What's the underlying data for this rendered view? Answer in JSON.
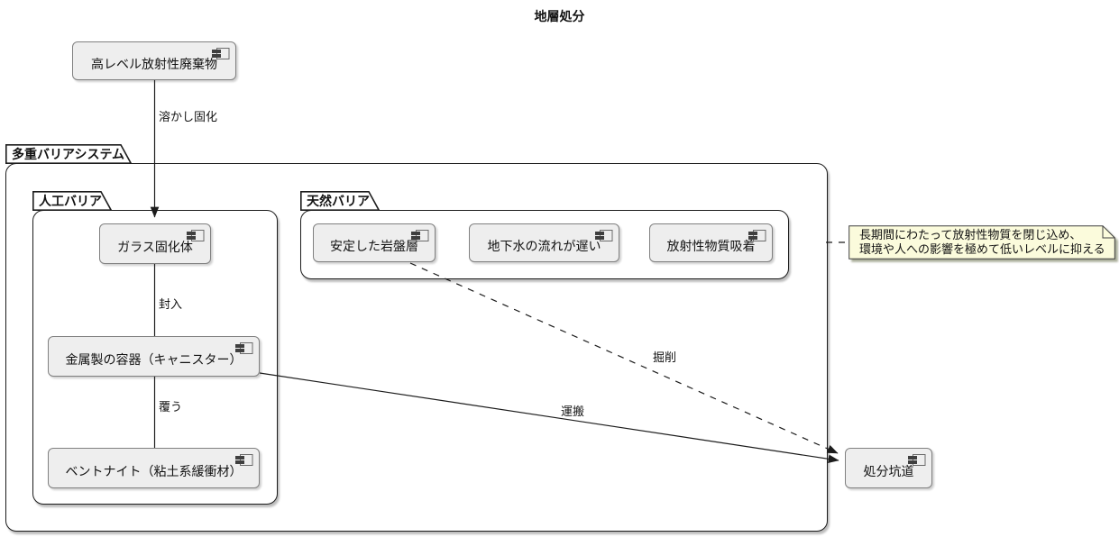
{
  "title": "地層処分",
  "diagram": {
    "frames": {
      "multibarrier": {
        "label": "多重バリアシステム"
      },
      "artificial": {
        "label": "人工バリア"
      },
      "natural": {
        "label": "天然バリア"
      }
    },
    "nodes": {
      "waste": {
        "label": "高レベル放射性廃棄物"
      },
      "glass": {
        "label": "ガラス固化体"
      },
      "canister": {
        "label": "金属製の容器（キャニスター）"
      },
      "bentonite": {
        "label": "ベントナイト（粘土系緩衝材）"
      },
      "bedrock": {
        "label": "安定した岩盤層"
      },
      "groundwater": {
        "label": "地下水の流れが遅い"
      },
      "adsorption": {
        "label": "放射性物質吸着"
      },
      "tunnel": {
        "label": "処分坑道"
      }
    },
    "edges": {
      "solidify": {
        "label": "溶かし固化",
        "from": "waste",
        "to": "glass",
        "style": "solid",
        "arrow": true
      },
      "enclose": {
        "label": "封入",
        "from": "glass",
        "to": "canister",
        "style": "solid",
        "arrow": false
      },
      "cover": {
        "label": "覆う",
        "from": "canister",
        "to": "bentonite",
        "style": "solid",
        "arrow": false
      },
      "excavate": {
        "label": "掘削",
        "from": "bedrock",
        "to": "tunnel",
        "style": "dashed",
        "arrow": true
      },
      "transport": {
        "label": "運搬",
        "from": "canister",
        "to": "tunnel",
        "style": "solid",
        "arrow": true
      }
    },
    "note": {
      "lines": [
        "長期間にわたって放射性物質を閉じ込め、",
        "環境や人への影響を極めて低いレベルに抑える"
      ],
      "attached_to": "multibarrier"
    }
  },
  "colors": {
    "background": "#FFFFFF",
    "node_fill": "#EEEEEE",
    "node_border": "#808080",
    "frame_border": "#1C1C1C",
    "note_fill": "#FBFBDC",
    "note_border": "#3F3F3F",
    "line": "#1C1C1C",
    "text": "#121212"
  }
}
